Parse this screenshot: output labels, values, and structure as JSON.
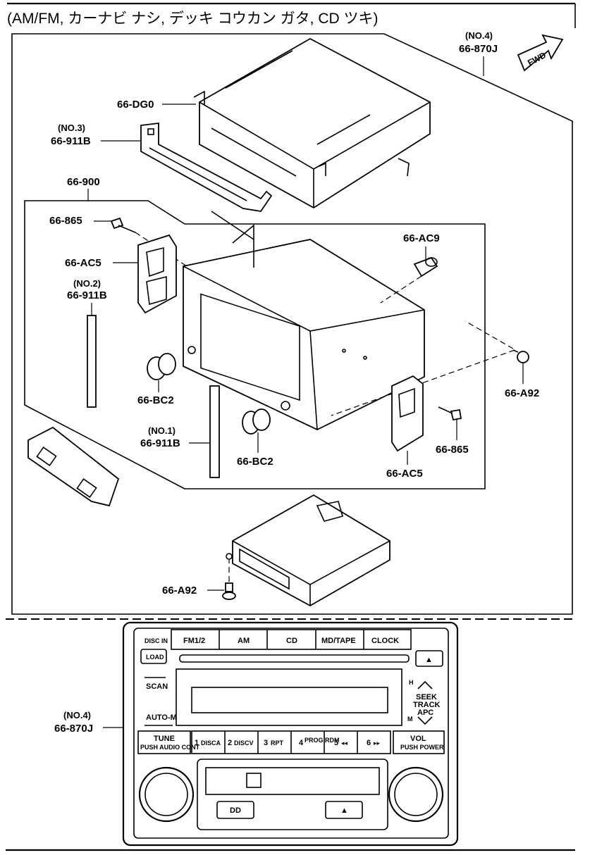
{
  "header": {
    "title": "(AM/FM, カーナビ ナシ, デッキ コウカン ガタ, CD ツキ)",
    "fwd_label": "FWD"
  },
  "parts": {
    "p870j_top_note": "(NO.4)",
    "p870j_top": "66-870J",
    "pdg0": "66-DG0",
    "p911b_no3_note": "(NO.3)",
    "p911b_no3": "66-911B",
    "p900": "66-900",
    "p865_left": "66-865",
    "pac5_left": "66-AC5",
    "p911b_no2_note": "(NO.2)",
    "p911b_no2": "66-911B",
    "pac9": "66-AC9",
    "pbc2_left": "66-BC2",
    "pa92_right": "66-A92",
    "p911b_no1_note": "(NO.1)",
    "p911b_no1": "66-911B",
    "pbc2_center": "66-BC2",
    "p865_right": "66-865",
    "pac5_right": "66-AC5",
    "pa92_bottom": "66-A92",
    "p870j_bottom_note": "(NO.4)",
    "p870j_bottom": "66-870J"
  },
  "panel": {
    "disc_in": "DISC IN",
    "load": "LOAD",
    "scan": "SCAN",
    "auto_m": "AUTO-M",
    "tune": "TUNE",
    "tune_sub": "PUSH AUDIO CONT",
    "vol": "VOL",
    "vol_sub": "PUSH POWER",
    "seek": "SEEK",
    "track": "TRACK",
    "apc": "APC",
    "h_mark": "H",
    "m_mark": "M",
    "top_buttons": [
      "FM1/2",
      "AM",
      "CD",
      "MD/TAPE",
      "CLOCK"
    ],
    "preset_buttons": [
      {
        "num": "1",
        "sub": "DISCA"
      },
      {
        "num": "2",
        "sub": "DISCV"
      },
      {
        "num": "3",
        "sub": "RPT"
      },
      {
        "num": "4",
        "sub": "PROG RDM"
      },
      {
        "num": "5",
        "sub": "◂◂"
      },
      {
        "num": "6",
        "sub": "▸▸"
      }
    ],
    "tape_dolby": "DD",
    "tape_eject": "▲",
    "cd_eject": "▲"
  }
}
